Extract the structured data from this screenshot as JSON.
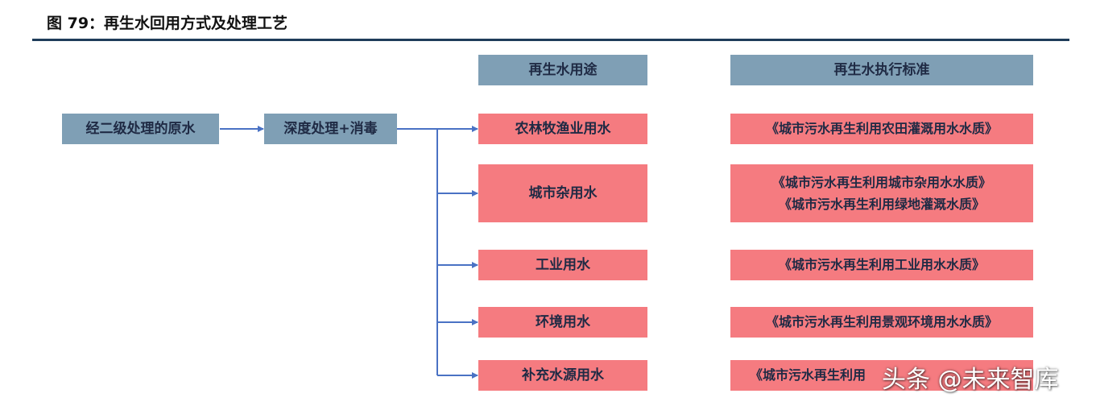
{
  "header": {
    "title": "图 79：再生水回用方式及处理工艺"
  },
  "diagram": {
    "source": "经二级处理的原水",
    "treatment": "深度处理+消毒",
    "col_uses_header": "再生水用途",
    "col_standards_header": "再生水执行标准",
    "rows": [
      {
        "use": "农林牧渔业用水",
        "standards": [
          "《城市污水再生利用农田灌溉用水水质》"
        ]
      },
      {
        "use": "城市杂用水",
        "standards": [
          "《城市污水再生利用城市杂用水水质》",
          "《城市污水再生利用绿地灌溉水质》"
        ]
      },
      {
        "use": "工业用水",
        "standards": [
          "《城市污水再生利用工业用水水质》"
        ]
      },
      {
        "use": "环境用水",
        "standards": [
          "《城市污水再生利用景观环境用水水质》"
        ]
      },
      {
        "use": "补充水源用水",
        "standards": [
          "《城市污水再生利用"
        ]
      }
    ]
  },
  "watermark": "头条 @未来智库",
  "colors": {
    "header_box": "#7f9fb5",
    "row_box": "#f57b80",
    "arrow": "#4a72c4",
    "rule": "#1f3d5a"
  }
}
